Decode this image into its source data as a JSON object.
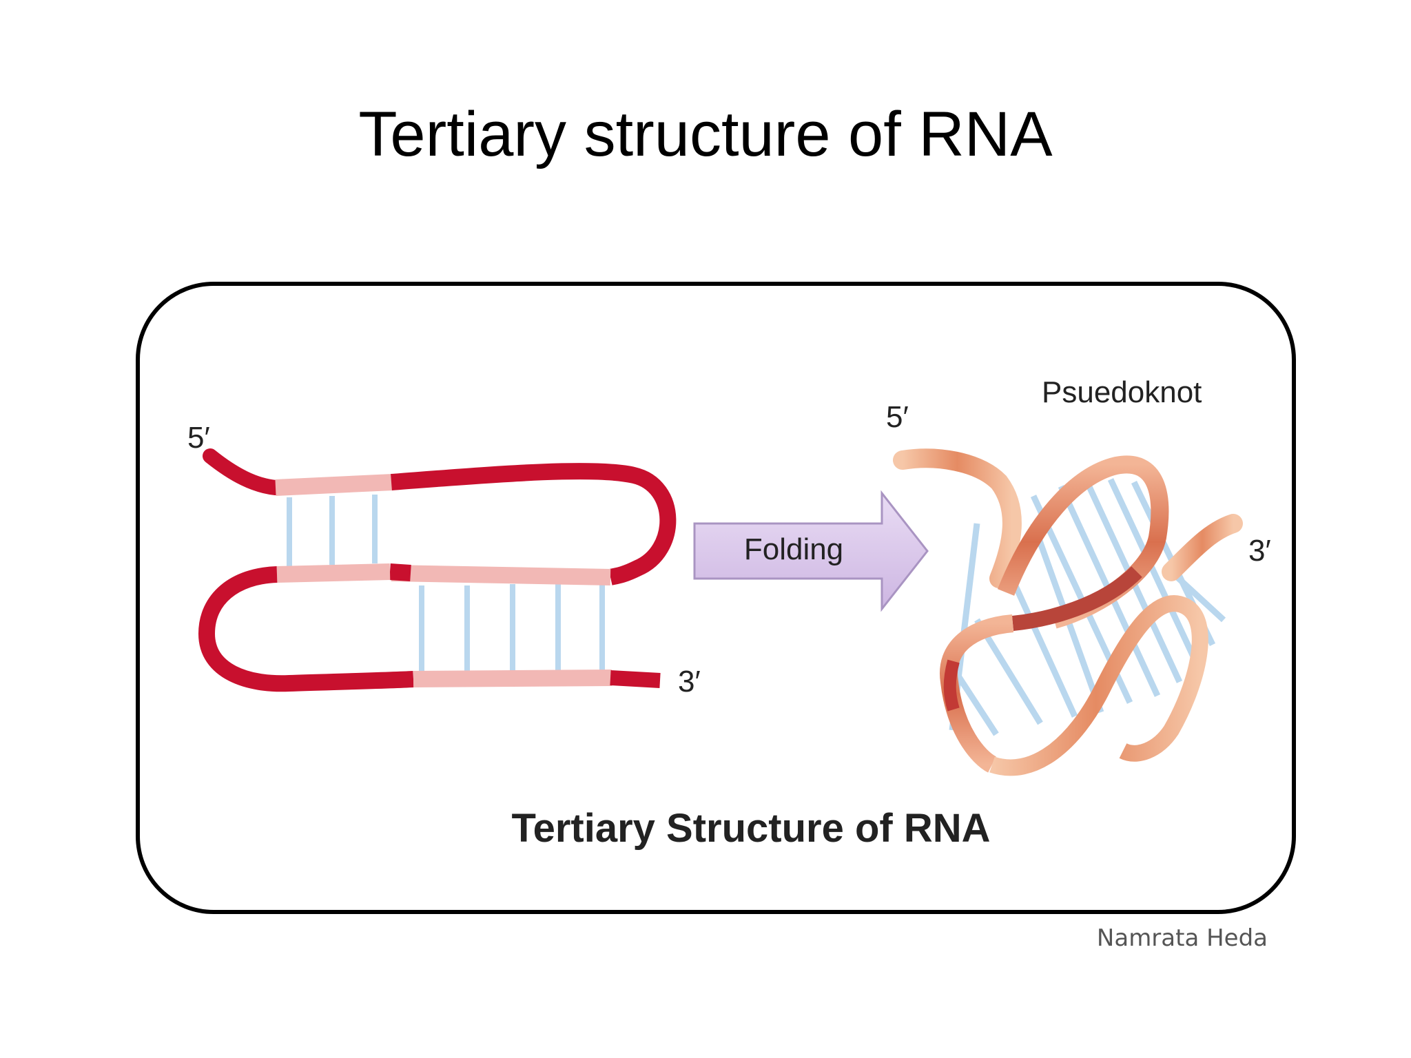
{
  "slide": {
    "title": "Tertiary structure of RNA"
  },
  "diagram": {
    "left_labels": {
      "five_prime": "5′",
      "three_prime": "3′"
    },
    "arrow_label": "Folding",
    "right_labels": {
      "five_prime": "5′",
      "three_prime": "3′",
      "pseudoknot": "Psuedoknot"
    },
    "caption": "Tertiary Structure of RNA",
    "credit": "Namrata Heda"
  },
  "colors": {
    "strand_dark": "#c8102e",
    "strand_pale": "#f2b8b5",
    "base_pair": "#b9d7ee",
    "ribbon_light": "#f6c7a8",
    "ribbon_mid": "#e58b63",
    "ribbon_dark": "#b8453a",
    "arrow_fill": "#dcc8ec",
    "arrow_stroke": "#a994c2",
    "frame": "#000000"
  }
}
